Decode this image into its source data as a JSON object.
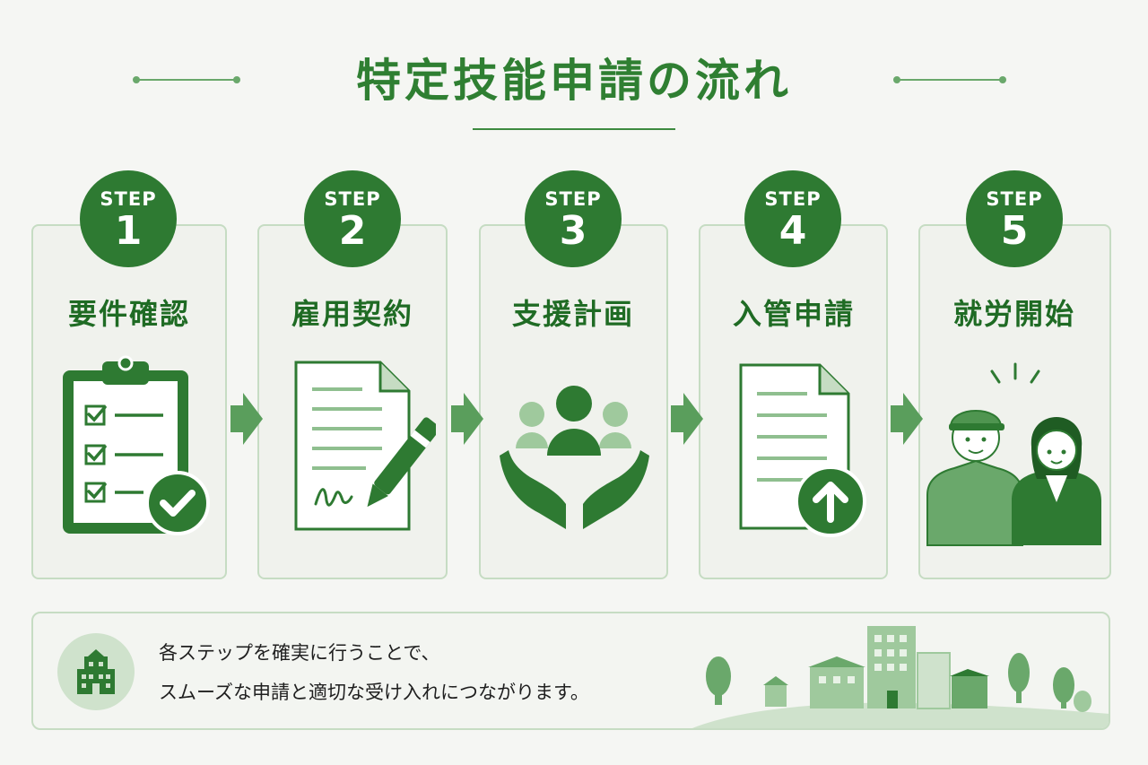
{
  "title": "特定技能申請の流れ",
  "steps": [
    {
      "label": "STEP",
      "number": "1",
      "title": "要件確認",
      "icon": "clipboard-checklist-icon"
    },
    {
      "label": "STEP",
      "number": "2",
      "title": "雇用契約",
      "icon": "contract-pen-icon"
    },
    {
      "label": "STEP",
      "number": "3",
      "title": "支援計画",
      "icon": "support-hands-people-icon"
    },
    {
      "label": "STEP",
      "number": "4",
      "title": "入管申請",
      "icon": "document-upload-icon"
    },
    {
      "label": "STEP",
      "number": "5",
      "title": "就労開始",
      "icon": "workers-icon"
    }
  ],
  "note": {
    "line1": "各ステップを確実に行うことで、",
    "line2": "スムーズな申請と適切な受け入れにつながります。",
    "icon": "building-icon"
  },
  "colors": {
    "primary": "#2e7a32",
    "light": "#c6dcc3",
    "background": "#f5f6f3"
  }
}
